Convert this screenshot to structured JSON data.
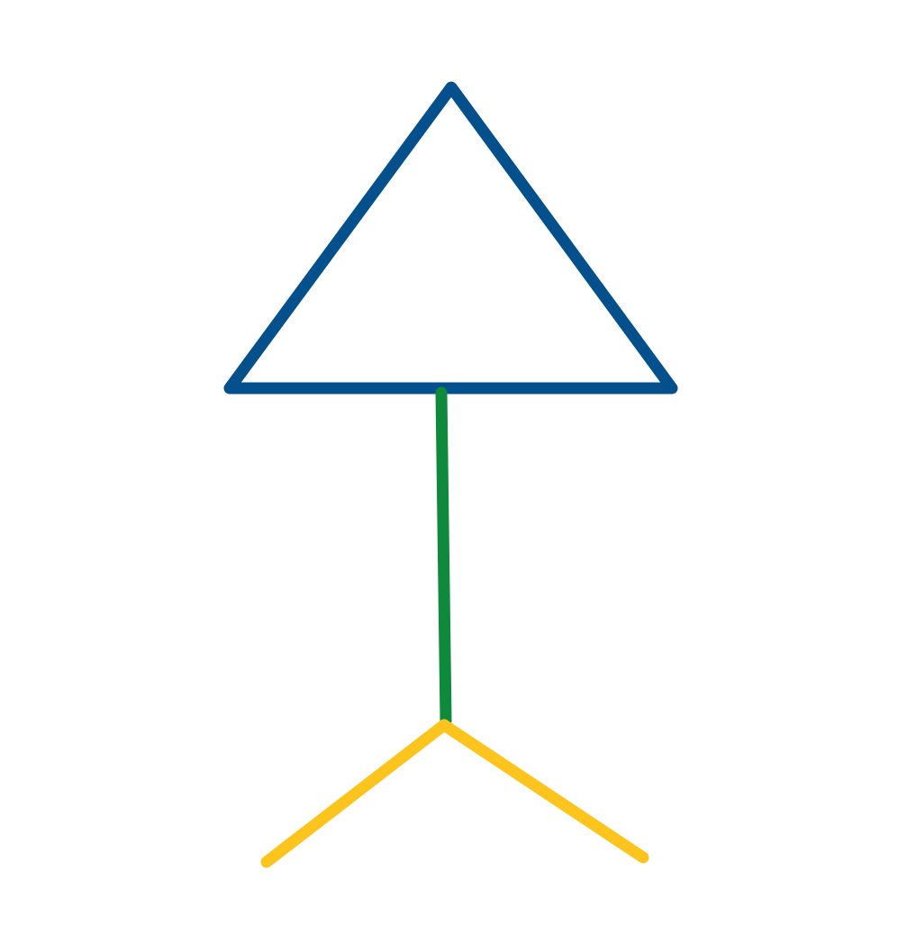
{
  "figure": {
    "background_color": "#ffffff",
    "shapes": [
      {
        "name": "triangle",
        "color": "#03508c"
      },
      {
        "name": "stem",
        "color": "#0f893c"
      },
      {
        "name": "left-leg",
        "color": "#fcc41c"
      },
      {
        "name": "right-leg",
        "color": "#fcc41c"
      }
    ]
  }
}
